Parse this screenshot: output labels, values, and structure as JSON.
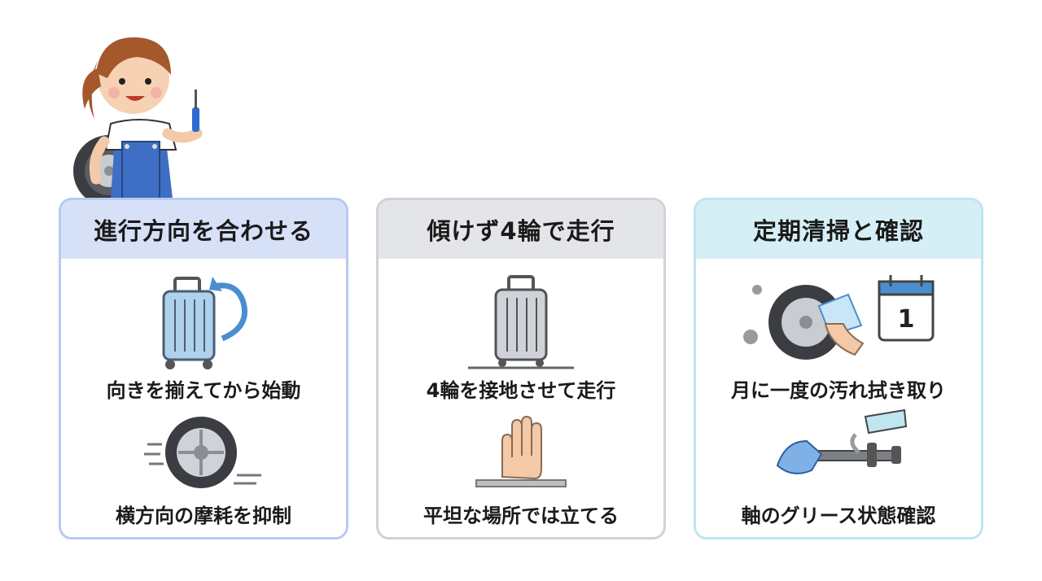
{
  "colors": {
    "blue": "#b8c9f1",
    "gray": "#d0d2d6",
    "cyan": "#bfe5f1"
  },
  "cards": [
    {
      "title": "進行方向を合わせる",
      "items": [
        {
          "icon": "suitcase-rotate-icon",
          "caption": "向きを揃えてから始動"
        },
        {
          "icon": "wheel-motion-icon",
          "caption": "横方向の摩耗を抑制"
        }
      ]
    },
    {
      "title": "傾けず4輪で走行",
      "items": [
        {
          "icon": "suitcase-upright-icon",
          "caption": "4輪を接地させて走行"
        },
        {
          "icon": "hand-stop-icon",
          "caption": "平坦な場所では立てる"
        }
      ]
    },
    {
      "title": "定期清掃と確認",
      "items": [
        {
          "icon": "wheel-cleaning-calendar-icon",
          "caption": "月に一度の汚れ拭き取り",
          "calendar_number": "1"
        },
        {
          "icon": "axle-grease-icon",
          "caption": "軸のグリース状態確認"
        }
      ]
    }
  ]
}
